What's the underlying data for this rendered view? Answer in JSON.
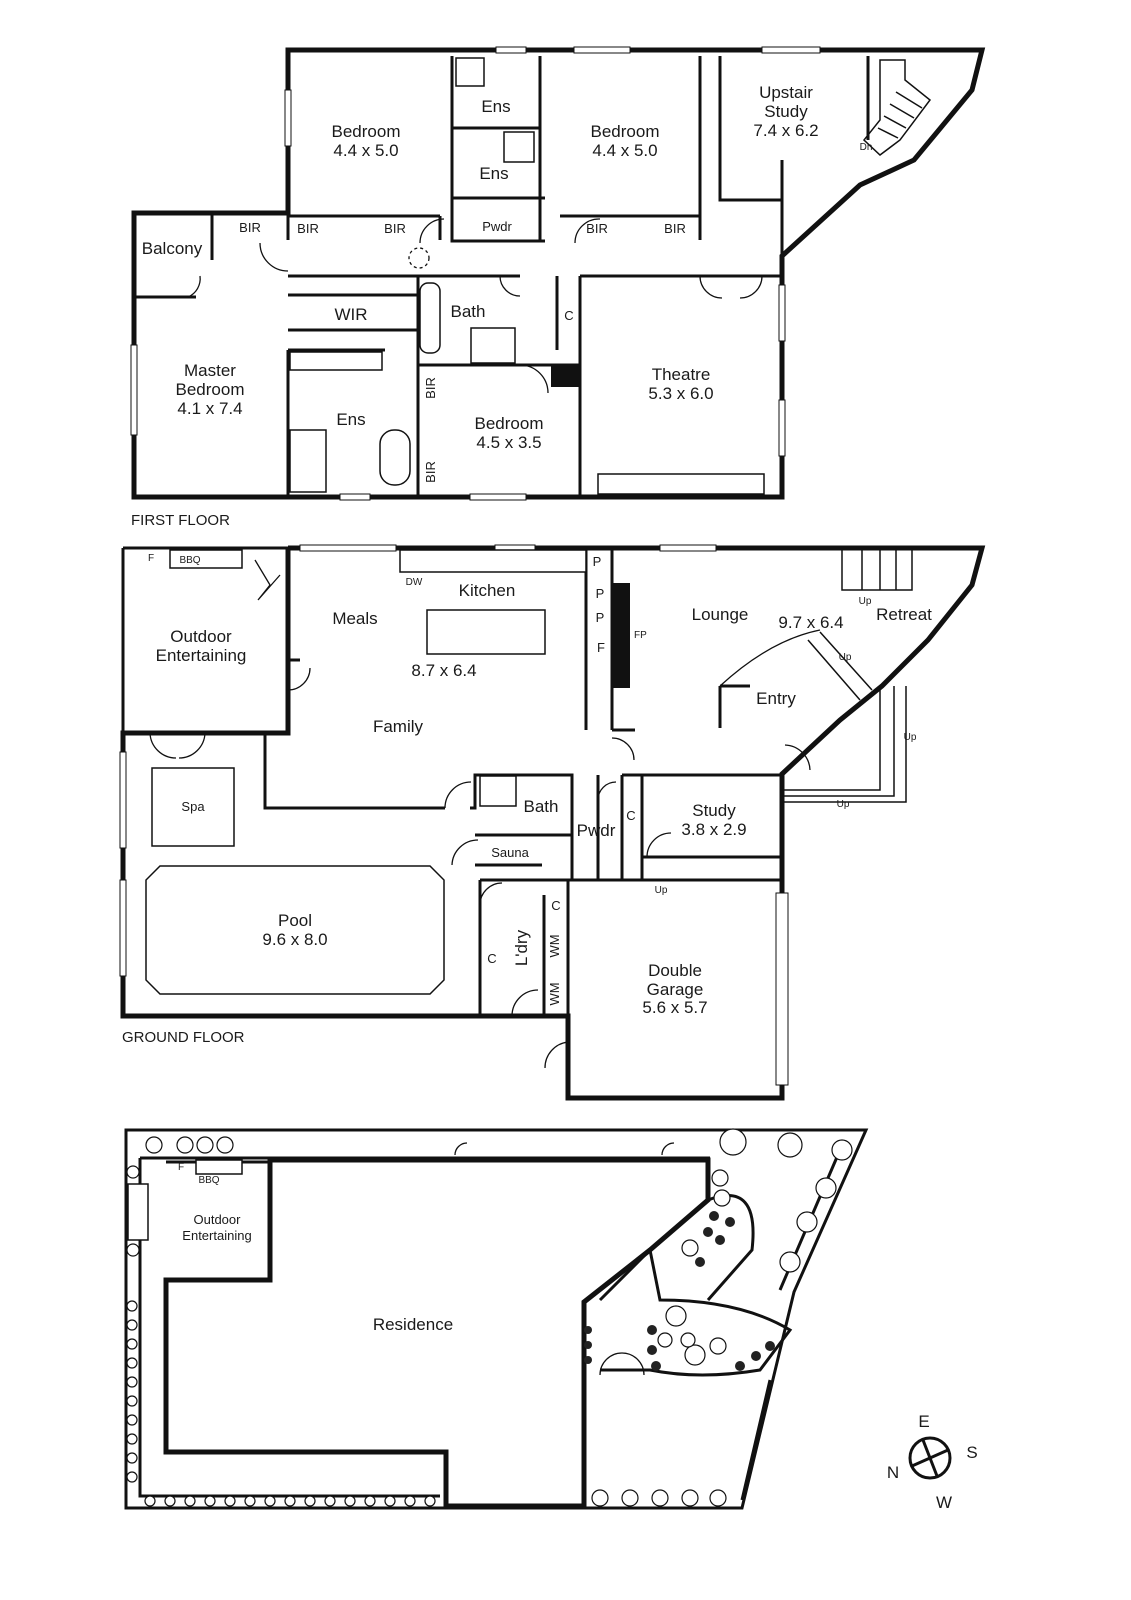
{
  "first_floor": {
    "label": "FIRST FLOOR",
    "rooms": {
      "bedroom_nw": {
        "name": "Bedroom",
        "dim": "4.4 x 5.0"
      },
      "bedroom_ne": {
        "name": "Bedroom",
        "dim": "4.4 x 5.0"
      },
      "upstair_study": {
        "name_line1": "Upstair",
        "name_line2": "Study",
        "dim": "7.4 x 6.2"
      },
      "ens_top": "Ens",
      "ens_mid": "Ens",
      "pwdr": "Pwdr",
      "balcony": "Balcony",
      "master_bedroom": {
        "name_line1": "Master",
        "name_line2": "Bedroom",
        "dim": "4.1 x 7.4"
      },
      "wir": "WIR",
      "ens_master": "Ens",
      "bath": "Bath",
      "bedroom_s": {
        "name": "Bedroom",
        "dim": "4.5 x 3.5"
      },
      "theatre": {
        "name": "Theatre",
        "dim": "5.3 x 6.0"
      }
    },
    "labels": {
      "bir1": "BIR",
      "bir2": "BIR",
      "bir3": "BIR",
      "bir4": "BIR",
      "bir5": "BIR",
      "bir6": "BIR",
      "bir7": "BIR",
      "c": "C",
      "dn": "Dn"
    }
  },
  "ground_floor": {
    "label": "GROUND FLOOR",
    "rooms": {
      "outdoor": {
        "line1": "Outdoor",
        "line2": "Entertaining"
      },
      "meals": "Meals",
      "kitchen": "Kitchen",
      "family": "Family",
      "kmf_dim": "8.7 x 6.4",
      "lounge": "Lounge",
      "lounge_dim": "9.7 x 6.4",
      "retreat": "Retreat",
      "entry": "Entry",
      "spa": "Spa",
      "bath": "Bath",
      "sauna": "Sauna",
      "pwdr": "Pwdr",
      "study": {
        "name": "Study",
        "dim": "3.8 x 2.9"
      },
      "pool": {
        "name": "Pool",
        "dim": "9.6 x 8.0"
      },
      "ldry": "L'dry",
      "garage": {
        "line1": "Double",
        "line2": "Garage",
        "dim": "5.6 x 5.7"
      }
    },
    "labels": {
      "f": "F",
      "bbq": "BBQ",
      "dw": "DW",
      "p1": "P",
      "p2": "P",
      "p3": "P",
      "f2": "F",
      "fp": "FP",
      "up1": "Up",
      "up2": "Up",
      "up3": "Up",
      "up4": "Up",
      "up5": "Up",
      "c1": "C",
      "c2": "C",
      "c3": "C",
      "wm1": "WM",
      "wm2": "WM"
    }
  },
  "site": {
    "outdoor": {
      "line1": "Outdoor",
      "line2": "Entertaining"
    },
    "residence": "Residence",
    "f": "F",
    "bbq": "BBQ"
  },
  "compass": {
    "e": "E",
    "s": "S",
    "w": "W",
    "n": "N"
  }
}
